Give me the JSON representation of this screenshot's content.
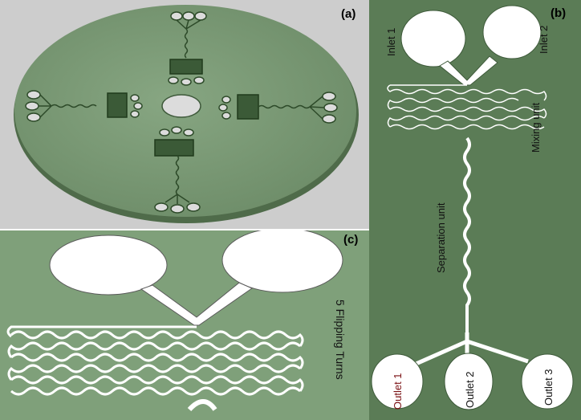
{
  "panels": {
    "a": {
      "label": "(a)"
    },
    "b": {
      "label": "(b)",
      "inlet_1": "Inlet 1",
      "inlet_2": "Inlet 2",
      "mixing_unit": "Mixing unit",
      "separation_unit": "Separation unit",
      "outlet_1": "Outlet 1",
      "outlet_2": "Outlet 2",
      "outlet_3": "Outlet 3"
    },
    "c": {
      "label": "(c)",
      "caption": "5 Flipping Turns"
    }
  },
  "colors": {
    "disc": "#7a9a74",
    "disc_edge": "#4f6b4a",
    "panel_b_bg": "#5b7c56",
    "panel_c_bg": "#7fa07a",
    "channel": "#ffffff",
    "outlet_1_text": "#7a0f12"
  }
}
